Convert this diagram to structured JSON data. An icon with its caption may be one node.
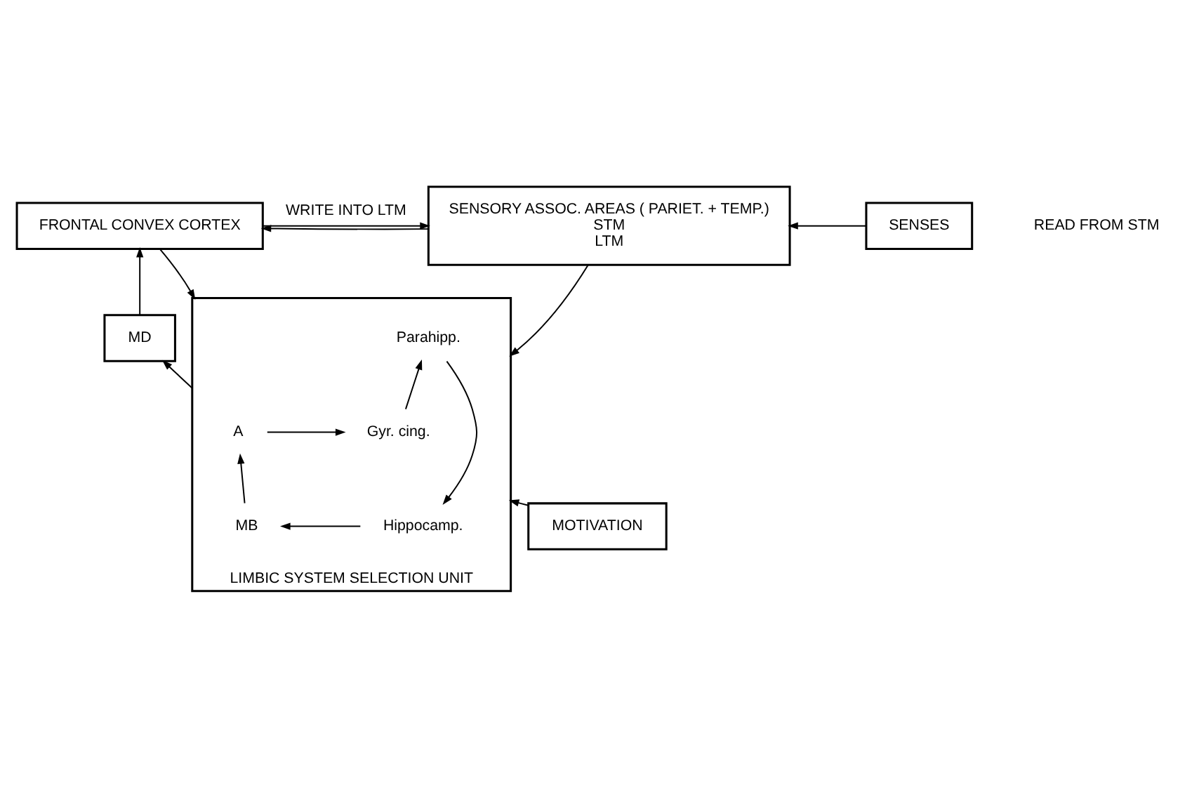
{
  "diagram": {
    "nodes": [
      {
        "text": [
          "FRONTAL CONVEX CORTEX"
        ]
      },
      {
        "text": [
          "SENSORY ASSOC. AREAS ( PARIET. + TEMP.)",
          "STM",
          "LTM"
        ]
      },
      {
        "text": [
          "SENSES"
        ]
      },
      {
        "text": [
          "MD"
        ]
      },
      {
        "text": [
          "LIMBIC SYSTEM SELECTION UNIT"
        ]
      },
      {
        "text": [
          "A"
        ],
        "in": 4
      },
      {
        "text": [
          "Gyr. cing."
        ],
        "in": 4
      },
      {
        "text": [
          "Parahipp."
        ],
        "in": 4
      },
      {
        "text": [
          "MB"
        ],
        "in": 4
      },
      {
        "text": [
          "Hippocamp."
        ],
        "in": 4
      },
      {
        "text": [
          "MOTIVATION"
        ]
      }
    ],
    "edges": [
      {
        "from": 0,
        "to": 1,
        "arrow": "to",
        "label": "WRITE INTO LTM"
      },
      {
        "from": 1,
        "to": 0,
        "arrow": "to"
      },
      {
        "from": 2,
        "to": 1,
        "arrow": "to"
      },
      {
        "from": 0,
        "to": 4,
        "arrow": "to"
      },
      {
        "from": 1,
        "to": 4,
        "arrow": "to"
      },
      {
        "from": 3,
        "to": 0,
        "arrow": "to"
      },
      {
        "from": 4,
        "to": 3,
        "arrow": "to"
      },
      {
        "from": 10,
        "to": 4,
        "arrow": "to"
      },
      {
        "from": 5,
        "to": 6,
        "arrow": "to"
      },
      {
        "from": 6,
        "to": 7,
        "arrow": "to"
      },
      {
        "from": 7,
        "to": 9,
        "arrow": "to"
      },
      {
        "from": 9,
        "to": 8,
        "arrow": "to"
      },
      {
        "from": 8,
        "to": 5,
        "arrow": "to"
      }
    ],
    "labels": [
      "READ FROM STM"
    ]
  }
}
